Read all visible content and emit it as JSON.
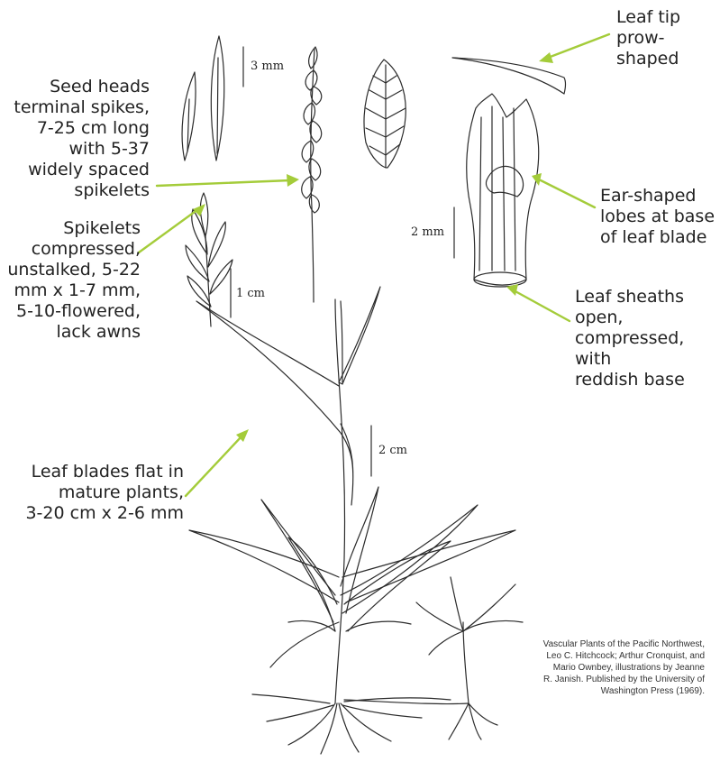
{
  "labels": {
    "seed_heads": "Seed heads\nterminal spikes,\n7-25 cm long\nwith 5-37\nwidely spaced\nspikelets",
    "spikelets": "Spikelets\ncompressed,\nunstalked, 5-22\nmm x 1-7 mm,\n5-10-flowered,\nlack awns",
    "leaf_blades": "Leaf blades flat in\nmature plants,\n3-20 cm x 2-6 mm",
    "leaf_tip": "Leaf tip\nprow-\nshaped",
    "ear_lobes": "Ear-shaped\nlobes at base\nof leaf blade",
    "leaf_sheaths": "Leaf sheaths\nopen,\ncompressed, with\nreddish base"
  },
  "scales": {
    "mm3": "3 mm",
    "mm2": "2 mm",
    "cm1": "1 cm",
    "cm2": "2 cm"
  },
  "credit": "Vascular Plants of the Pacific Northwest,\nLeo C. Hitchcock; Arthur Cronquist, and\nMario Ownbey, illustrations by Jeanne\nR. Janish. Published by the University of\nWashington Press (1969).",
  "colors": {
    "arrow": "#a4cc3a",
    "ink": "#2b2b2b"
  }
}
